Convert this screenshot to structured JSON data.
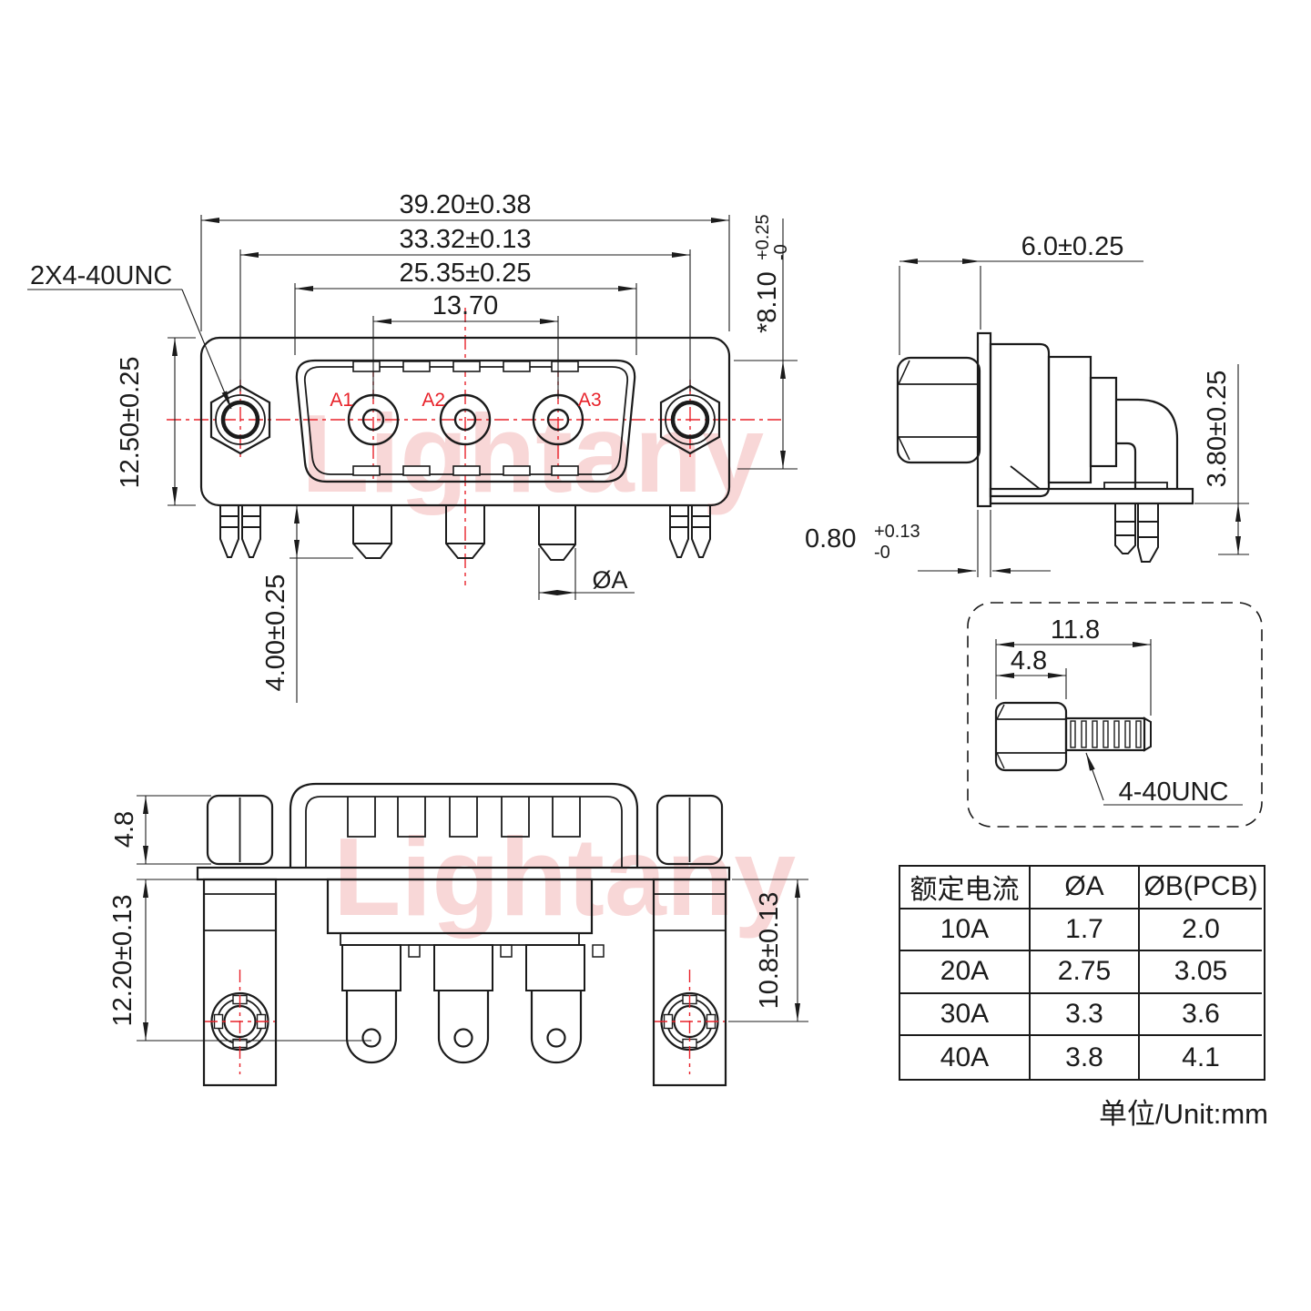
{
  "watermark": {
    "text": "Lightany"
  },
  "colors": {
    "line": "#1b1b1b",
    "accent_red": "#e8222a",
    "watermark_pink": "#f8d7d7"
  },
  "front_view": {
    "dim_total_width": "39.20±0.38",
    "dim_mount_hole_span": "33.32±0.13",
    "dim_shell_width": "25.35±0.25",
    "dim_pin_span": "13.70",
    "dim_body_height": "12.50±0.25",
    "dim_pin_length": "4.00±0.25",
    "dim_shell_height_main": "*8.10",
    "dim_shell_height_tol_up": "+0.25",
    "dim_shell_height_tol_dn": "-0",
    "thread_callout": "2X4-40UNC",
    "dim_pin_diameter": "ØA",
    "pin_labels": [
      "A1",
      "A2",
      "A3"
    ]
  },
  "side_view": {
    "dim_insulator_depth": "6.0±0.25",
    "dim_pin_protrusion": "3.80±0.25",
    "dim_flange_thickness_main": "0.80",
    "dim_flange_thickness_tol_up": "+0.13",
    "dim_flange_thickness_tol_dn": "-0"
  },
  "screw_detail": {
    "dim_total_length": "11.8",
    "dim_head_length": "4.8",
    "thread_callout": "4-40UNC"
  },
  "back_view": {
    "dim_nut_height": "4.8",
    "dim_pin_tip_depth": "12.20±0.13",
    "dim_hole_center_depth": "10.8±0.13"
  },
  "spec_table": {
    "headers": [
      "额定电流",
      "ØA",
      "ØB(PCB)"
    ],
    "rows": [
      [
        "10A",
        "1.7",
        "2.0"
      ],
      [
        "20A",
        "2.75",
        "3.05"
      ],
      [
        "30A",
        "3.3",
        "3.6"
      ],
      [
        "40A",
        "3.8",
        "4.1"
      ]
    ],
    "unit_note": "单位/Unit:mm"
  }
}
